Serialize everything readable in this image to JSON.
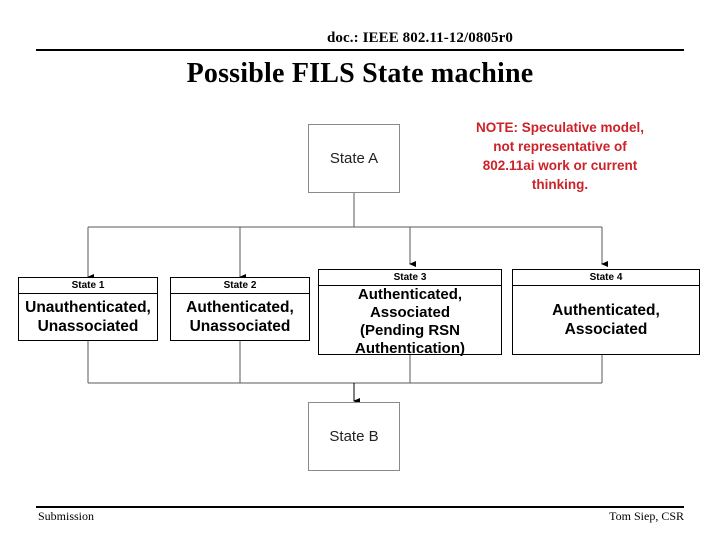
{
  "header": {
    "doc_id": "doc.: IEEE 802.11-12/0805r0"
  },
  "title": "Possible FILS State machine",
  "note": {
    "line1": "NOTE: Speculative model,",
    "line2": "not representative of",
    "line3": "802.11ai work or current",
    "line4": "thinking.",
    "color": "#cc2229"
  },
  "diagram": {
    "root": {
      "label": "State A"
    },
    "bottom": {
      "label": "State B"
    },
    "states": [
      {
        "caption": "State 1",
        "line1": "Unauthenticated,",
        "line2": "Unassociated",
        "line3": "",
        "line4": ""
      },
      {
        "caption": "State 2",
        "line1": "Authenticated,",
        "line2": "Unassociated",
        "line3": "",
        "line4": ""
      },
      {
        "caption": "State 3",
        "line1": "Authenticated,",
        "line2": "Associated",
        "line3": "(Pending RSN",
        "line4": "Authentication)"
      },
      {
        "caption": "State 4",
        "line1": "Authenticated,",
        "line2": "Associated",
        "line3": "",
        "line4": ""
      }
    ],
    "connector_color": "#5a5a5a",
    "arrow_color": "#000000"
  },
  "footer": {
    "left": "Submission",
    "right": "Tom Siep, CSR"
  }
}
